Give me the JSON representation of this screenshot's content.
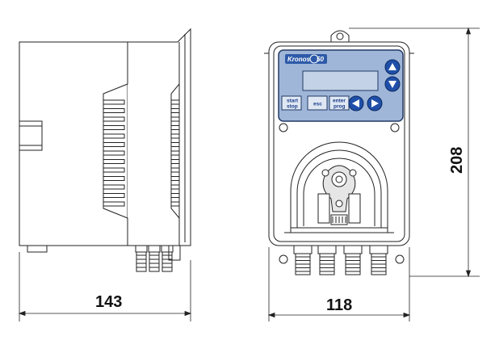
{
  "dimensions": {
    "depth": "143",
    "width": "118",
    "height": "208"
  },
  "control_panel": {
    "brand": "Kronos",
    "model": "50",
    "buttons": {
      "start_stop": [
        "start",
        "stop"
      ],
      "esc": "esc",
      "enter_prog": [
        "enter",
        "prog"
      ]
    }
  },
  "colors": {
    "panel": "#9fb6d8",
    "panel_border": "#223a66",
    "display": "#c3d2e6",
    "arrow_button": "#1f4fa8",
    "line": "#222222"
  }
}
